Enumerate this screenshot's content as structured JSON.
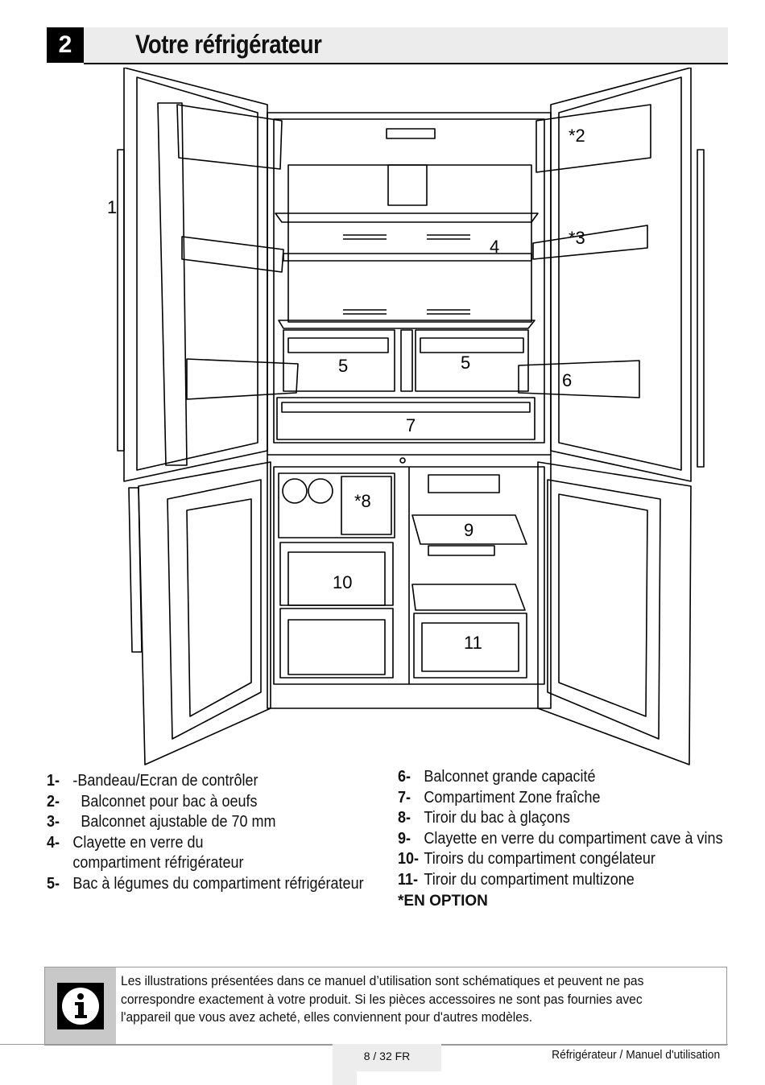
{
  "header": {
    "number": "2",
    "title": "Votre réfrigérateur"
  },
  "diagram": {
    "labels": [
      "1",
      "*2",
      "*3",
      "4",
      "5",
      "5",
      "6",
      "7",
      "*8",
      "9",
      "10",
      "11"
    ]
  },
  "legend": {
    "left": [
      {
        "num": "1-",
        "text": "-Bandeau/Ecran de contrôler"
      },
      {
        "num": "2-",
        "text": "  Balconnet pour bac à oeufs"
      },
      {
        "num": "3-",
        "text": "  Balconnet ajustable de 70 mm"
      },
      {
        "num": "4-",
        "text": "Clayette en verre du compartiment réfrigérateur"
      },
      {
        "num": "5-",
        "text": "Bac à légumes du compartiment réfrigérateur"
      }
    ],
    "right": [
      {
        "num": "6-",
        "text": "Balconnet grande capacité"
      },
      {
        "num": "7-",
        "text": "Compartiment Zone fraîche"
      },
      {
        "num": "8-",
        "text": "Tiroir du bac à glaçons"
      },
      {
        "num": "9-",
        "text": "Clayette en verre du compartiment cave à vins"
      },
      {
        "num": "10-",
        "text": "Tiroirs du compartiment congélateur"
      },
      {
        "num": "11-",
        "text": "Tiroir du compartiment multizone"
      }
    ],
    "optional": "*EN OPTION"
  },
  "note": {
    "icon": "info-icon",
    "text": "Les illustrations présentées dans ce manuel d’utilisation sont schématiques et peuvent ne pas correspondre exactement à votre produit. Si les pièces accessoires ne sont pas fournies avec l'appareil que vous avez acheté, elles conviennent pour d'autres modèles."
  },
  "footer": {
    "page": "8 / 32 FR",
    "doc": "Réfrigérateur / Manuel d'utilisation"
  }
}
